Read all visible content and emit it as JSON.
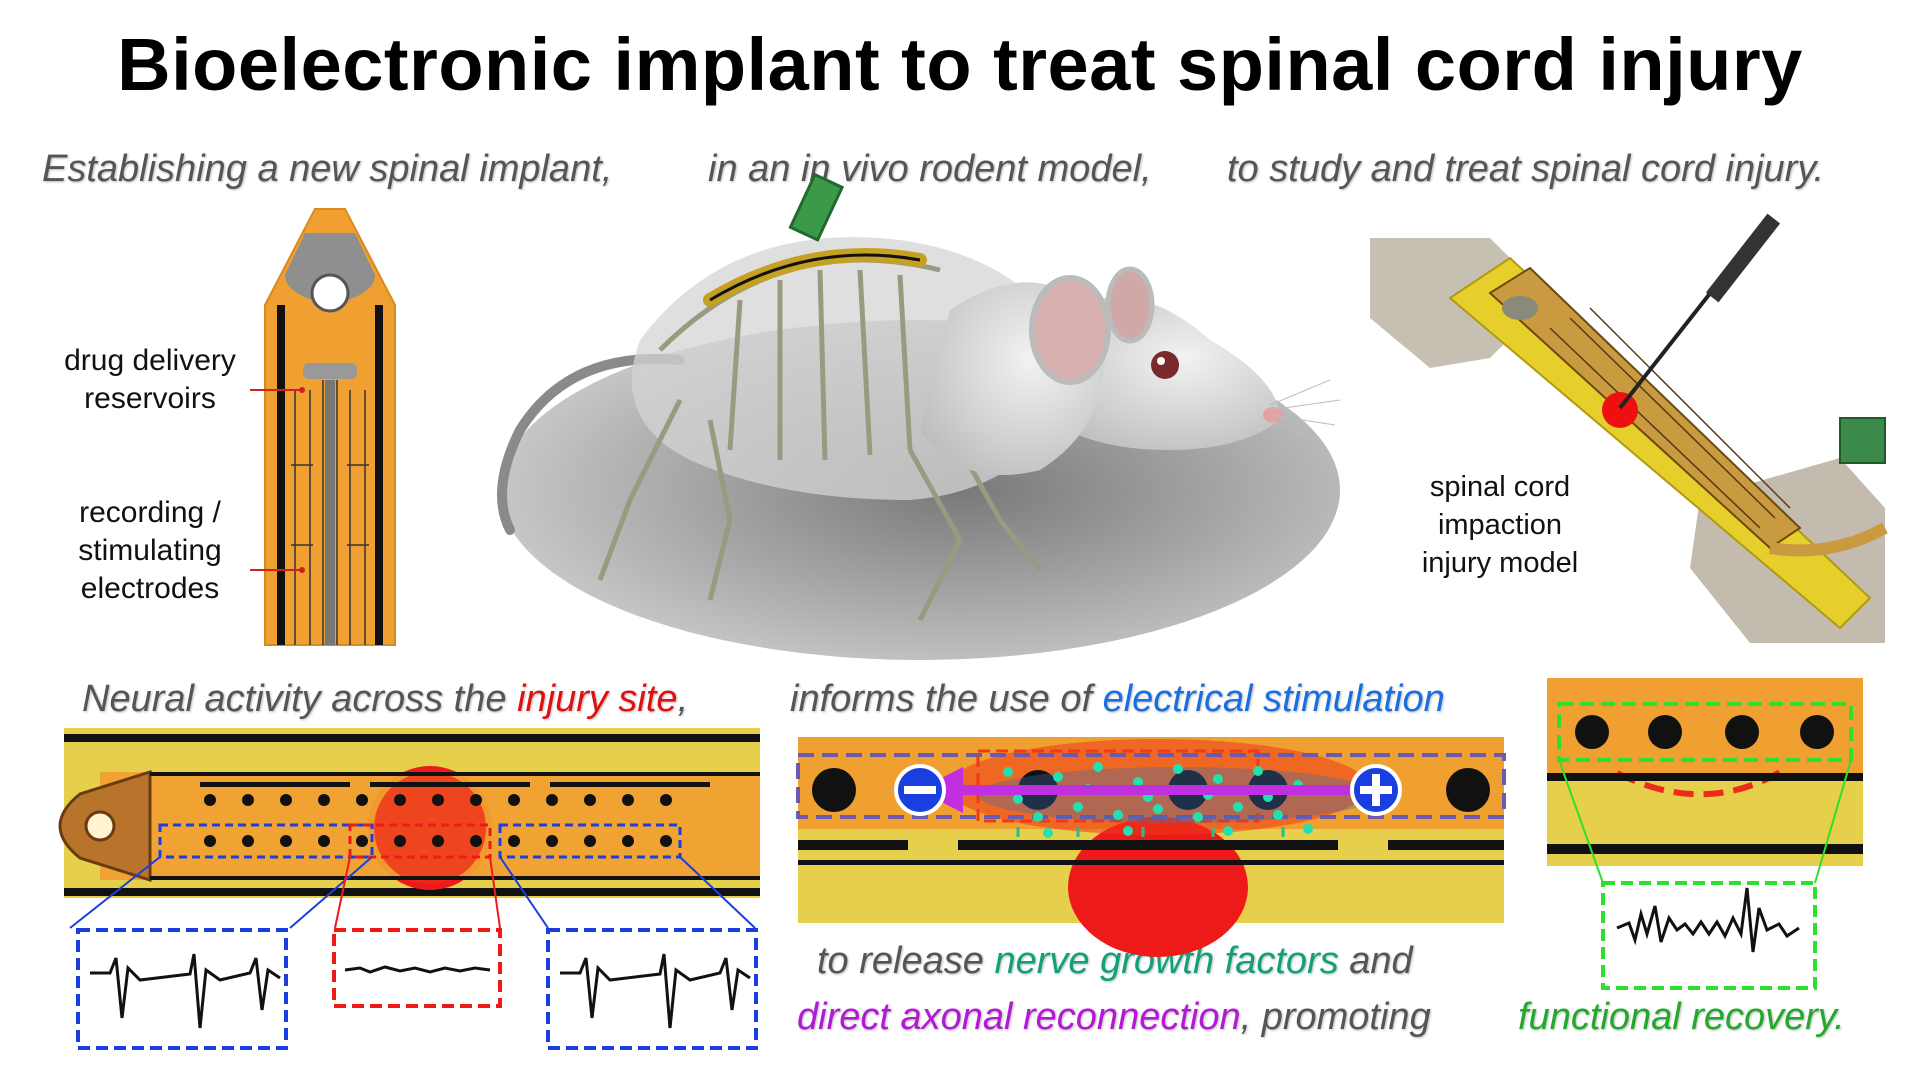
{
  "title": "Bioelectronic implant to treat spinal cord injury",
  "captions": {
    "top_1": "Establishing a new spinal implant,",
    "top_2": "in an in vivo rodent model,",
    "top_3": "to study and treat spinal cord injury.",
    "bottom_1_a": "Neural activity across the ",
    "bottom_1_b": "injury site",
    "bottom_1_c": ",",
    "bottom_2_a": "informs the use of ",
    "bottom_2_b": "electrical stimulation",
    "bottom_3_a": "to release ",
    "bottom_3_b": "nerve growth factors",
    "bottom_3_c": " and",
    "bottom_4_a": "direct axonal reconnection",
    "bottom_4_b": ", promoting",
    "bottom_4_c": "functional recovery."
  },
  "labels": {
    "drug_delivery_1": "drug delivery",
    "drug_delivery_2": "reservoirs",
    "recording_1": "recording /",
    "recording_2": "stimulating",
    "recording_3": "electrodes",
    "injury_1": "spinal cord",
    "injury_2": "impaction",
    "injury_3": "injury model"
  },
  "colors": {
    "implant_orange": "#f0a030",
    "cord_yellow": "#e6cf4a",
    "injury_red": "#ee1a1a",
    "healthy_blue": "#1a3fe0",
    "recovery_green": "#2ee02e",
    "stim_purple": "#c030e0",
    "factor_teal": "#22e0b0"
  }
}
